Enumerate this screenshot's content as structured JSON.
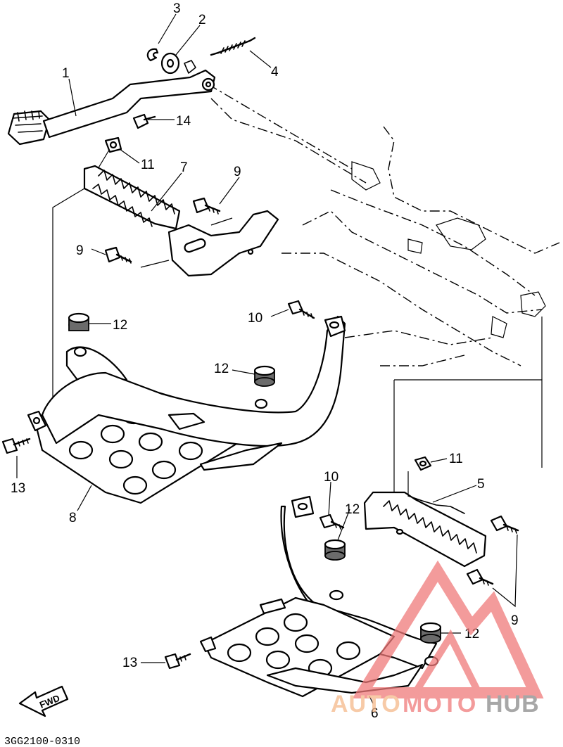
{
  "callouts": {
    "c1": "1",
    "c2": "2",
    "c3": "3",
    "c4": "4",
    "c5": "5",
    "c6": "6",
    "c7": "7",
    "c8": "8",
    "c9a": "9",
    "c9b": "9",
    "c9c": "9",
    "c10a": "10",
    "c10b": "10",
    "c11a": "11",
    "c11b": "11",
    "c12a": "12",
    "c12b": "12",
    "c12c": "12",
    "c12d": "12",
    "c13a": "13",
    "c13b": "13",
    "c14": "14"
  },
  "fwd_label": "FWD",
  "diagram_code": "3GG2100-0310",
  "watermark": {
    "part1": "AUTO",
    "part2": "MOTO",
    "part3": "HUB",
    "color_primary": "#f07a7a",
    "color_secondary": "#f5b98a",
    "color_tertiary": "#8a8a8a"
  }
}
